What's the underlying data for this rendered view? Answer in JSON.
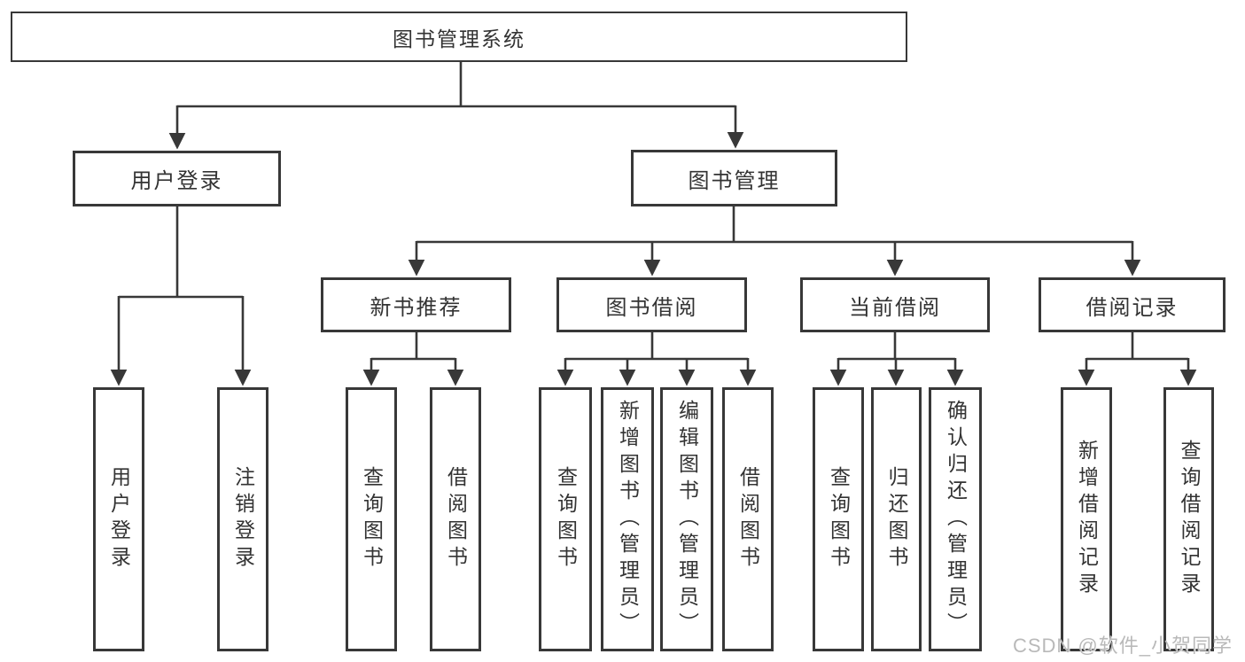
{
  "watermark": "CSDN @软件_小贺同学",
  "tree": {
    "root": "图书管理系统",
    "user_login": {
      "label": "用户登录",
      "children": [
        "用户登录",
        "注销登录"
      ]
    },
    "book_management": {
      "label": "图书管理",
      "children": [
        {
          "label": "新书推荐",
          "children": [
            "查询图书",
            "借阅图书"
          ]
        },
        {
          "label": "图书借阅",
          "children": [
            "查询图书",
            "新增图书（管理员）",
            "编辑图书（管理员）",
            "借阅图书"
          ]
        },
        {
          "label": "当前借阅",
          "children": [
            "查询图书",
            "归还图书",
            "确认归还（管理员）"
          ]
        },
        {
          "label": "借阅记录",
          "children": [
            "新增借阅记录",
            "查询借阅记录"
          ]
        }
      ]
    }
  }
}
